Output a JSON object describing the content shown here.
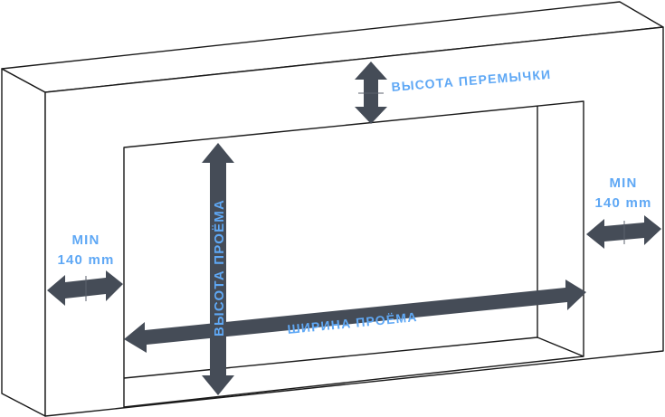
{
  "labels": {
    "lintel_height": "ВЫСОТА ПЕРЕМЫЧКИ",
    "opening_height": "ВЫСОТА ПРОЁМА",
    "opening_width": "ШИРИНА ПРОЁМА",
    "left_min_line1": "MIN",
    "left_min_line2": "140 mm",
    "right_min_line1": "MIN",
    "right_min_line2": "140 mm"
  },
  "colors": {
    "label": "#5fa8f5",
    "arrow": "#454c57",
    "outline": "#1a1a1a"
  }
}
